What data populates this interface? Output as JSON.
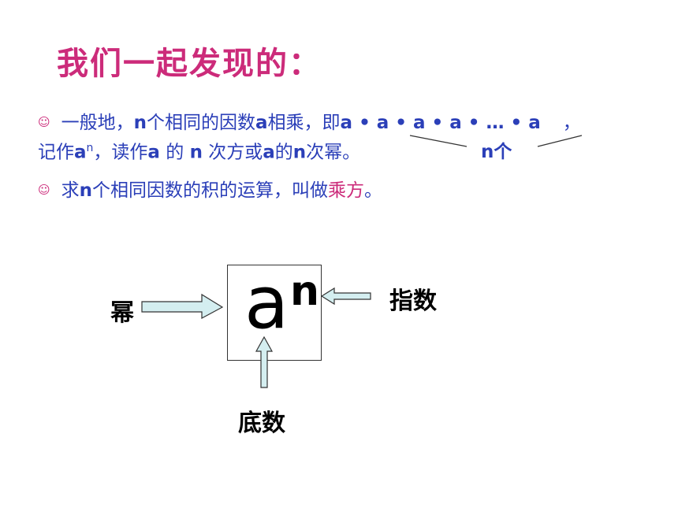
{
  "title": "我们一起发现的：",
  "bullet_icon": "☺",
  "bullet1": {
    "line1_prefix": "一般地，",
    "line1_n": "n",
    "line1_mid": "个相同的因数",
    "line1_a": "a",
    "line1_suffix": "相乘，即",
    "product": "a • a • a • a • … • a",
    "comma": "，",
    "line2_prefix": "记作",
    "line2_a": "a",
    "line2_sup": "n",
    "line2_mid": "，读作",
    "line2_a2": "a",
    "line2_de": " 的 ",
    "line2_n": "n",
    "line2_tail1": " 次方或",
    "line2_a3": "a",
    "line2_de2": "的",
    "line2_n2": "n",
    "line2_tail2": "次幂。",
    "brace_label": "n个"
  },
  "bullet2": {
    "prefix": "求",
    "n": "n",
    "middle": "个相同因数的积的运算，叫做",
    "term": "乘方",
    "end": "。"
  },
  "diagram": {
    "base": "a",
    "exponent": "n",
    "label_power": "幂",
    "label_exponent": "指数",
    "label_base": "底数"
  },
  "colors": {
    "title": "#cc2b7a",
    "text": "#2b3fb8",
    "arrow_fill": "#d4eef0"
  }
}
